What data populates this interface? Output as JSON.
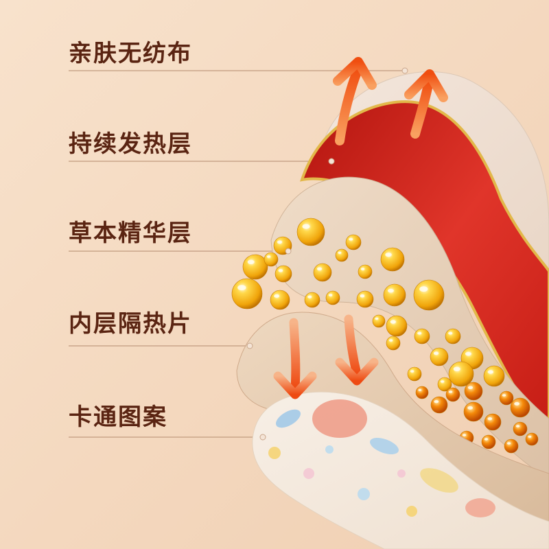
{
  "layers": [
    {
      "label": "亲肤无纺布"
    },
    {
      "label": "持续发热层"
    },
    {
      "label": "草本精华层"
    },
    {
      "label": "内层隔热片"
    },
    {
      "label": "卡通图案"
    }
  ],
  "colors": {
    "background": "#f6dcc3",
    "label_text": "#5a2412",
    "leader_line": "#c9a58a",
    "heating_layer": "#d42a1e",
    "gold_rim": "#e2b84a",
    "arrow": "#f2571a",
    "capsule": "#f6b10c"
  }
}
